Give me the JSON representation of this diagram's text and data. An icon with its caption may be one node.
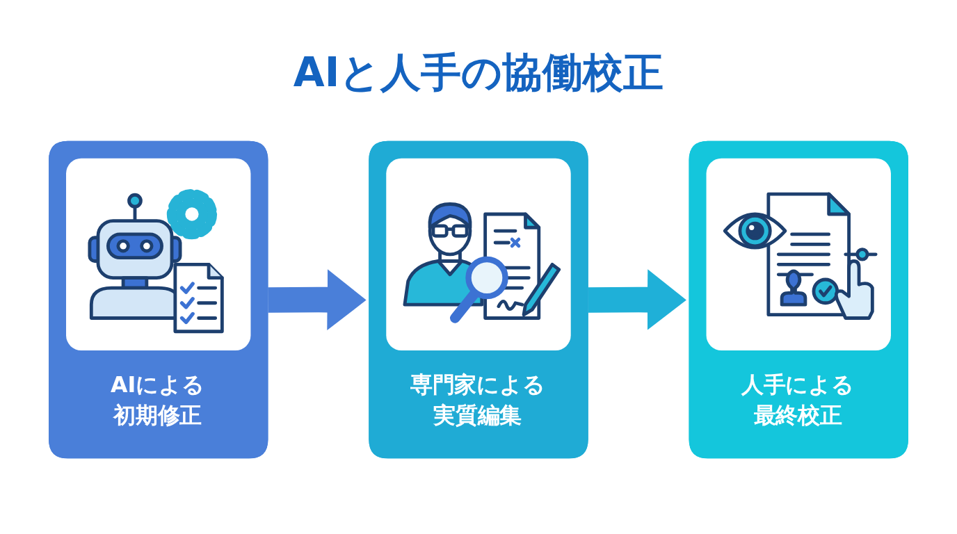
{
  "diagram": {
    "title": "AIと人手の協働校正",
    "nodes": [
      {
        "text": [
          "AIによる初期修正"
        ]
      },
      {
        "text": [
          "専門家による実質編集"
        ]
      },
      {
        "text": [
          "人手による最終校正"
        ]
      }
    ],
    "edges": [
      {
        "from": 0,
        "to": 1,
        "arrow": "to",
        "color": "#4a7fd9"
      },
      {
        "from": 1,
        "to": 2,
        "arrow": "to",
        "color": "#1fb0d8"
      }
    ]
  }
}
